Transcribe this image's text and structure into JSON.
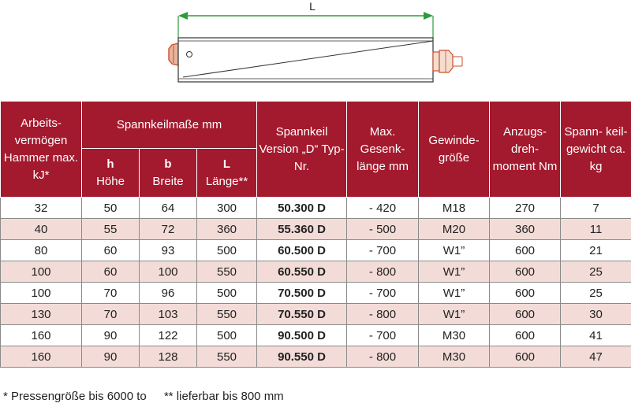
{
  "drawing": {
    "dimension_label": "L",
    "colors": {
      "dimension": "#2e9b3d",
      "nut": "#c8512d",
      "body": "#333333"
    }
  },
  "table": {
    "headers": {
      "hammer": "Arbeits- vermögen Hammer max. kJ*",
      "dims_group": "Spannkeilmaße mm",
      "h_sym": "h",
      "h_label": "Höhe",
      "b_sym": "b",
      "b_label": "Breite",
      "l_sym": "L",
      "l_label": "Länge**",
      "type": "Spannkeil Version „D“ Typ-Nr.",
      "die_length": "Max. Gesenk- länge mm",
      "thread": "Gewinde- größe",
      "torque": "Anzugs- dreh- moment Nm",
      "weight": "Spann- keil- gewicht ca. kg"
    },
    "rows": [
      [
        "32",
        "50",
        "64",
        "300",
        "50.300 D",
        "- 420",
        "M18",
        "270",
        "7"
      ],
      [
        "40",
        "55",
        "72",
        "360",
        "55.360 D",
        "- 500",
        "M20",
        "360",
        "11"
      ],
      [
        "80",
        "60",
        "93",
        "500",
        "60.500 D",
        "- 700",
        "W1”",
        "600",
        "21"
      ],
      [
        "100",
        "60",
        "100",
        "550",
        "60.550 D",
        "- 800",
        "W1”",
        "600",
        "25"
      ],
      [
        "100",
        "70",
        "96",
        "500",
        "70.500 D",
        "- 700",
        "W1”",
        "600",
        "25"
      ],
      [
        "130",
        "70",
        "103",
        "550",
        "70.550 D",
        "- 800",
        "W1”",
        "600",
        "30"
      ],
      [
        "160",
        "90",
        "122",
        "500",
        "90.500 D",
        "- 700",
        "M30",
        "600",
        "41"
      ],
      [
        "160",
        "90",
        "128",
        "550",
        "90.550 D",
        "- 800",
        "M30",
        "600",
        "47"
      ]
    ],
    "colors": {
      "header_bg": "#a3192d",
      "row_alt": "#f3dcd8"
    }
  },
  "footnotes": {
    "press": "* Pressengröße bis 6000 to",
    "length": "** lieferbar bis 800 mm"
  }
}
